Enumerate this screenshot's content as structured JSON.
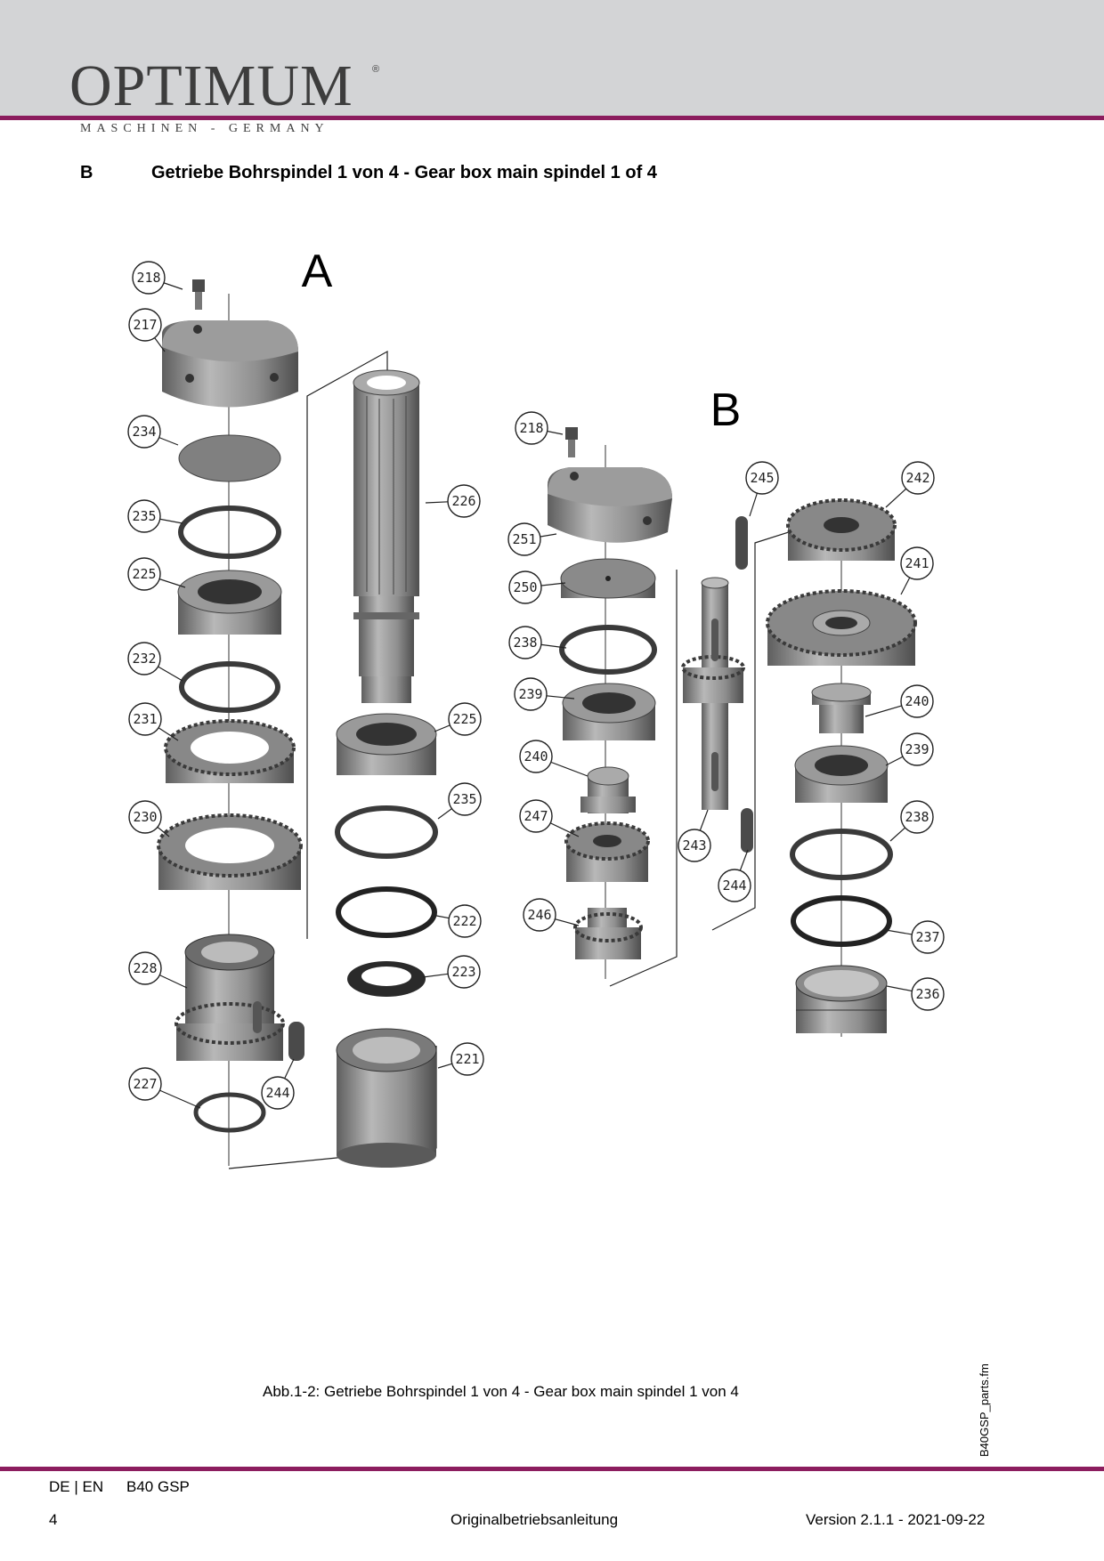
{
  "header": {
    "logo_text": "OPTIMUM",
    "logo_reg": "®",
    "tagline": "MASCHINEN - GERMANY",
    "section_letter": "B",
    "section_title": "Getriebe Bohrspindel 1 von 4 - Gear box main spindel 1 of 4"
  },
  "figure": {
    "group_a_label": "A",
    "group_b_label": "B",
    "callouts_a": [
      "218",
      "217",
      "234",
      "235",
      "225",
      "232",
      "231",
      "230",
      "228",
      "227",
      "244",
      "226",
      "225",
      "235",
      "222",
      "223",
      "221"
    ],
    "callouts_b": [
      "218",
      "251",
      "250",
      "238",
      "239",
      "240",
      "247",
      "246",
      "245",
      "243",
      "244",
      "242",
      "241",
      "240",
      "239",
      "238",
      "237",
      "236"
    ],
    "caption": "Abb.1-2:   Getriebe Bohrspindel 1 von 4 - Gear box main spindel 1 von 4",
    "file_tag": "B40GSP_parts.fm"
  },
  "footer": {
    "lang": "DE | EN",
    "model": "B40 GSP",
    "page": "4",
    "center": "Originalbetriebsanleitung",
    "version": "Version 2.1.1 - 2021-09-22"
  },
  "colors": {
    "accent": "#8c1d5e",
    "header_bg": "#d3d4d6",
    "part_grey": "#8a8a8a"
  }
}
